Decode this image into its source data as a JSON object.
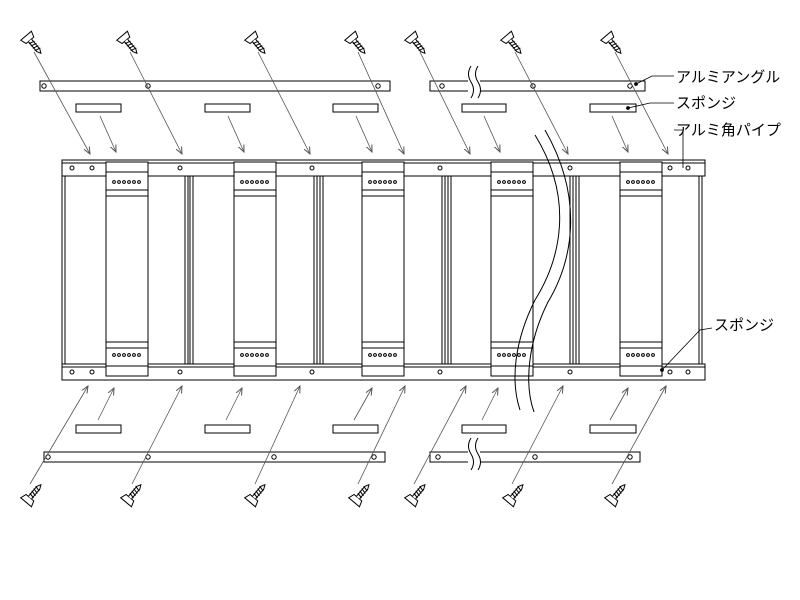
{
  "labels": {
    "aluminum_angle": "アルミアングル",
    "sponge_top": "スポンジ",
    "aluminum_square_pipe": "アルミ角パイプ",
    "sponge_bottom": "スポンジ"
  },
  "panel_count": 5,
  "screws_per_row": 7,
  "colors": {
    "line": "#000000",
    "arrow": "#555555",
    "background": "#ffffff"
  }
}
